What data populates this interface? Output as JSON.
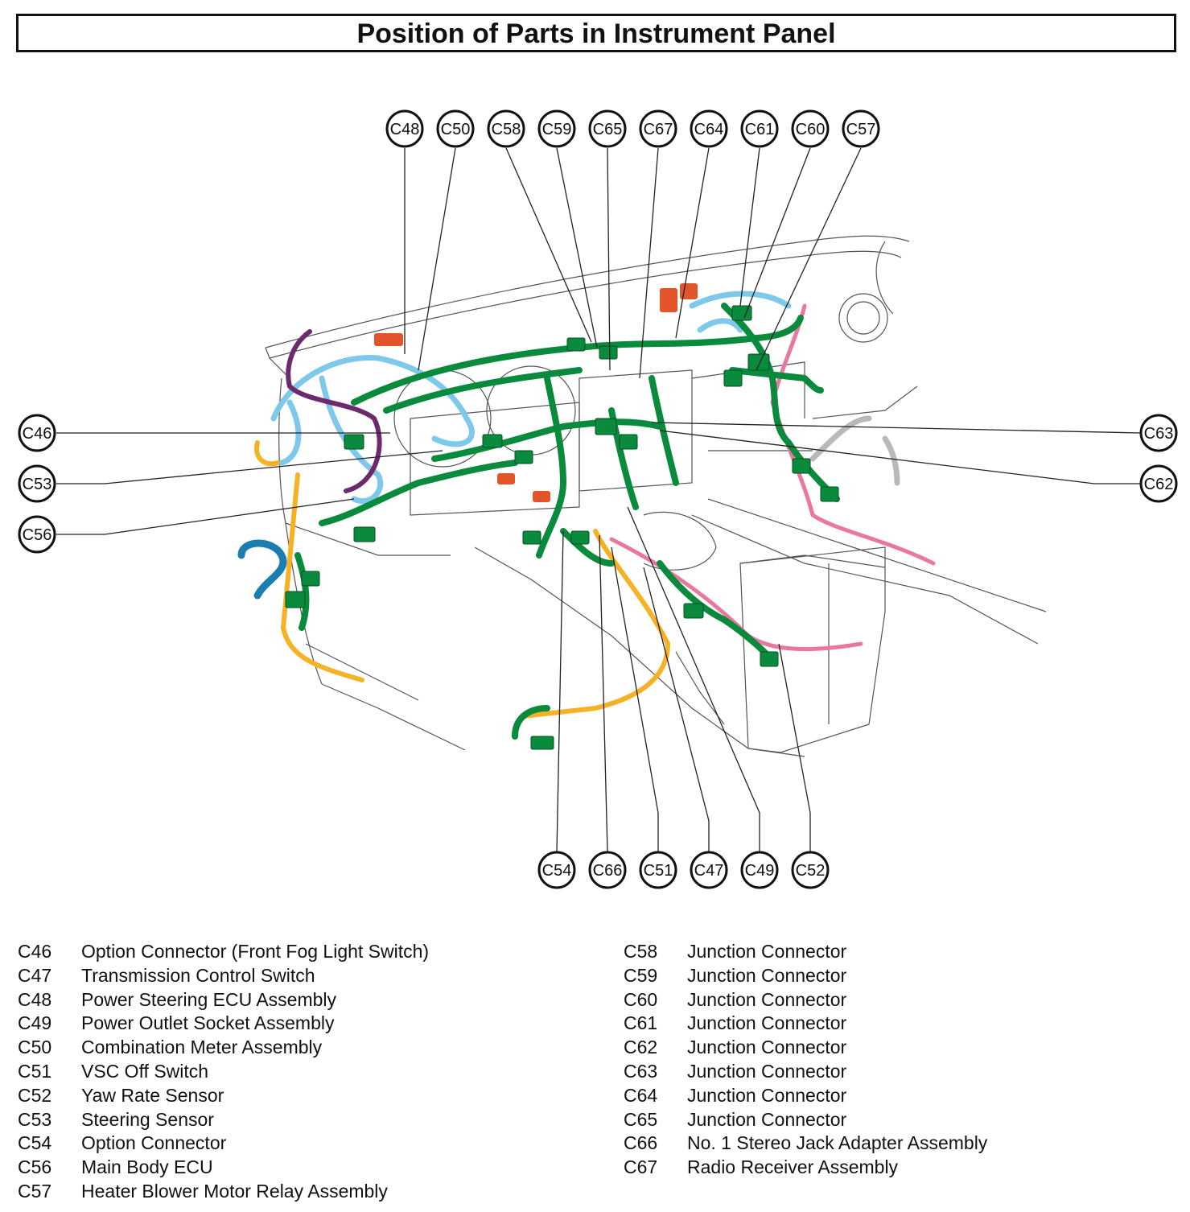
{
  "title": "Position of Parts in Instrument Panel",
  "callouts_top": [
    "C48",
    "C50",
    "C58",
    "C59",
    "C65",
    "C67",
    "C64",
    "C61",
    "C60",
    "C57"
  ],
  "callouts_left": [
    "C46",
    "C53",
    "C56"
  ],
  "callouts_right": [
    "C63",
    "C62"
  ],
  "callouts_bottom": [
    "C54",
    "C66",
    "C51",
    "C47",
    "C49",
    "C52"
  ],
  "legend_left": [
    {
      "code": "C46",
      "name": "Option Connector (Front Fog Light Switch)"
    },
    {
      "code": "C47",
      "name": "Transmission Control Switch"
    },
    {
      "code": "C48",
      "name": "Power Steering ECU Assembly"
    },
    {
      "code": "C49",
      "name": "Power Outlet Socket Assembly"
    },
    {
      "code": "C50",
      "name": "Combination Meter Assembly"
    },
    {
      "code": "C51",
      "name": "VSC Off Switch"
    },
    {
      "code": "C52",
      "name": "Yaw Rate Sensor"
    },
    {
      "code": "C53",
      "name": "Steering Sensor"
    },
    {
      "code": "C54",
      "name": "Option Connector"
    },
    {
      "code": "C56",
      "name": "Main Body ECU"
    },
    {
      "code": "C57",
      "name": "Heater Blower Motor Relay Assembly"
    }
  ],
  "legend_right": [
    {
      "code": "C58",
      "name": "Junction Connector"
    },
    {
      "code": "C59",
      "name": "Junction Connector"
    },
    {
      "code": "C60",
      "name": "Junction Connector"
    },
    {
      "code": "C61",
      "name": "Junction Connector"
    },
    {
      "code": "C62",
      "name": "Junction Connector"
    },
    {
      "code": "C63",
      "name": "Junction Connector"
    },
    {
      "code": "C64",
      "name": "Junction Connector"
    },
    {
      "code": "C65",
      "name": "Junction Connector"
    },
    {
      "code": "C66",
      "name": "No. 1 Stereo Jack Adapter Assembly"
    },
    {
      "code": "C67",
      "name": "Radio Receiver Assembly"
    }
  ],
  "colors": {
    "harness_green": "#0a8a3c",
    "harness_light_blue": "#7ec8ea",
    "harness_yellow": "#f4b224",
    "harness_purple": "#6b2a6b",
    "harness_pink": "#e9779e",
    "harness_orange": "#e2542a",
    "harness_blue": "#1a7fb0",
    "harness_grey": "#b9b9b9",
    "line": "#222222"
  }
}
